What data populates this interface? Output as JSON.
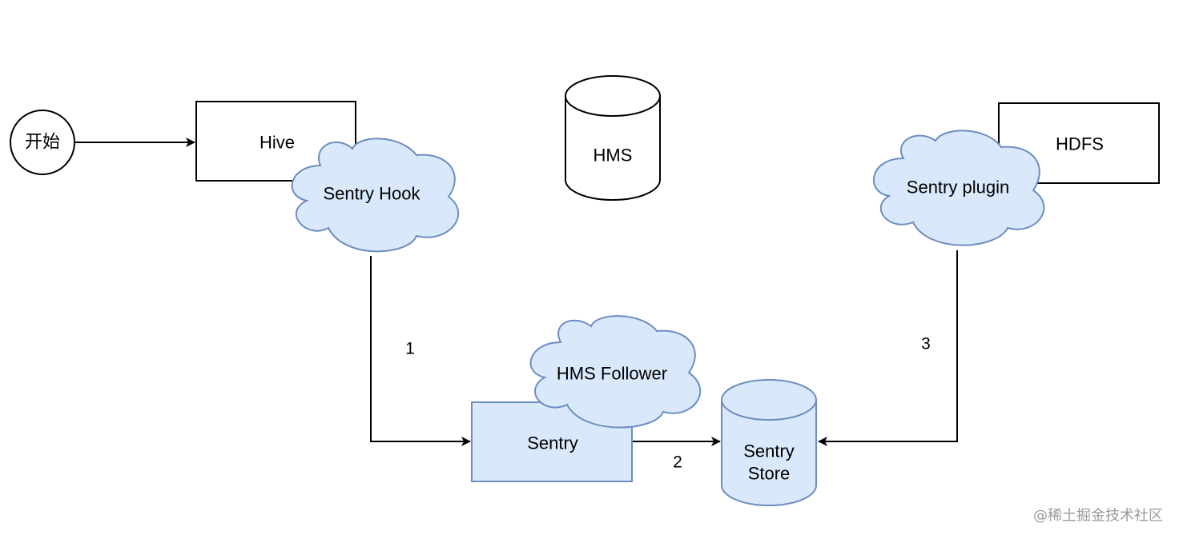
{
  "nodes": {
    "start": "开始",
    "hive": "Hive",
    "sentry_hook": "Sentry Hook",
    "hms": "HMS",
    "hdfs": "HDFS",
    "sentry_plugin": "Sentry plugin",
    "hms_follower": "HMS Follower",
    "sentry": "Sentry",
    "sentry_store_line1": "Sentry",
    "sentry_store_line2": "Store"
  },
  "edges": {
    "step1": "1",
    "step2": "2",
    "step3": "3"
  },
  "colors": {
    "stroke": "#000000",
    "cloud_fill": "#dae8fc",
    "cloud_stroke": "#6c8ebf"
  },
  "watermark": "@稀土掘金技术社区"
}
